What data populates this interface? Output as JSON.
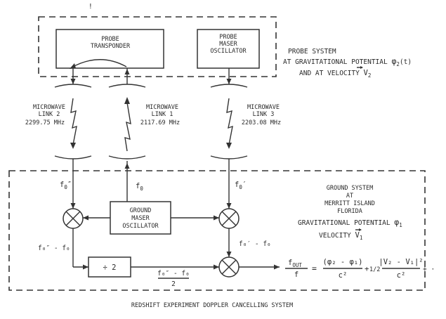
{
  "probe_system": {
    "transponder": [
      "PROBE",
      "TRANSPONDER"
    ],
    "maser": [
      "PROBE",
      "MASER",
      "OSCILLATOR"
    ],
    "caption_line1": "PROBE SYSTEM",
    "caption_line2_prefix": "AT GRAVITATIONAL POTENTIAL",
    "caption_line2_phi": "φ",
    "caption_line2_sub": "2",
    "caption_line2_suffix": "(t)",
    "caption_line3_prefix": "AND AT VELOCITY",
    "caption_line3_v": "V",
    "caption_line3_sub": "2"
  },
  "links": [
    {
      "name": "MICROWAVE",
      "label": "LINK 2",
      "freq": "2299.75 MHz"
    },
    {
      "name": "MICROWAVE",
      "label": "LINK 1",
      "freq": "2117.69 MHz"
    },
    {
      "name": "MICROWAVE",
      "label": "LINK 3",
      "freq": "2203.08 MHz"
    }
  ],
  "ground_system": {
    "caption": [
      "GROUND SYSTEM",
      "AT",
      "MERRITT ISLAND",
      "FLORIDA"
    ],
    "potential_text": "GRAVITATIONAL POTENTIAL",
    "potential_phi": "φ",
    "potential_sub": "1",
    "velocity_text": "VELOCITY",
    "velocity_v": "V",
    "velocity_sub": "1",
    "maser": [
      "GROUND",
      "MASER",
      "OSCILLATOR"
    ],
    "divider": "÷ 2"
  },
  "signals": {
    "f0_left": "f",
    "f0_left_sub": "0",
    "f0_left_prime": "″",
    "f0_center": "f",
    "f0_center_sub": "0",
    "f0_right": "f",
    "f0_right_sub": "0",
    "f0_right_prime": "′",
    "diff_left": "f₀″ - f₀",
    "diff_right": "f₀′ - f₀",
    "half_num": "f₀″ - f₀",
    "half_den": "2"
  },
  "equation": {
    "lhs_num": "f",
    "lhs_num_sub": "OUT",
    "lhs_den": "f",
    "equals": "=",
    "term1_num": "(φ₂ - φ₁)",
    "term1_den": "c²",
    "plus": "+",
    "half": "1/2",
    "term2_num": "|V₂ - V₁|²",
    "term2_den": "c²",
    "trail": "+ ·"
  },
  "caption": "REDSHIFT EXPERIMENT DOPPLER CANCELLING SYSTEM",
  "stray_mark": "!"
}
